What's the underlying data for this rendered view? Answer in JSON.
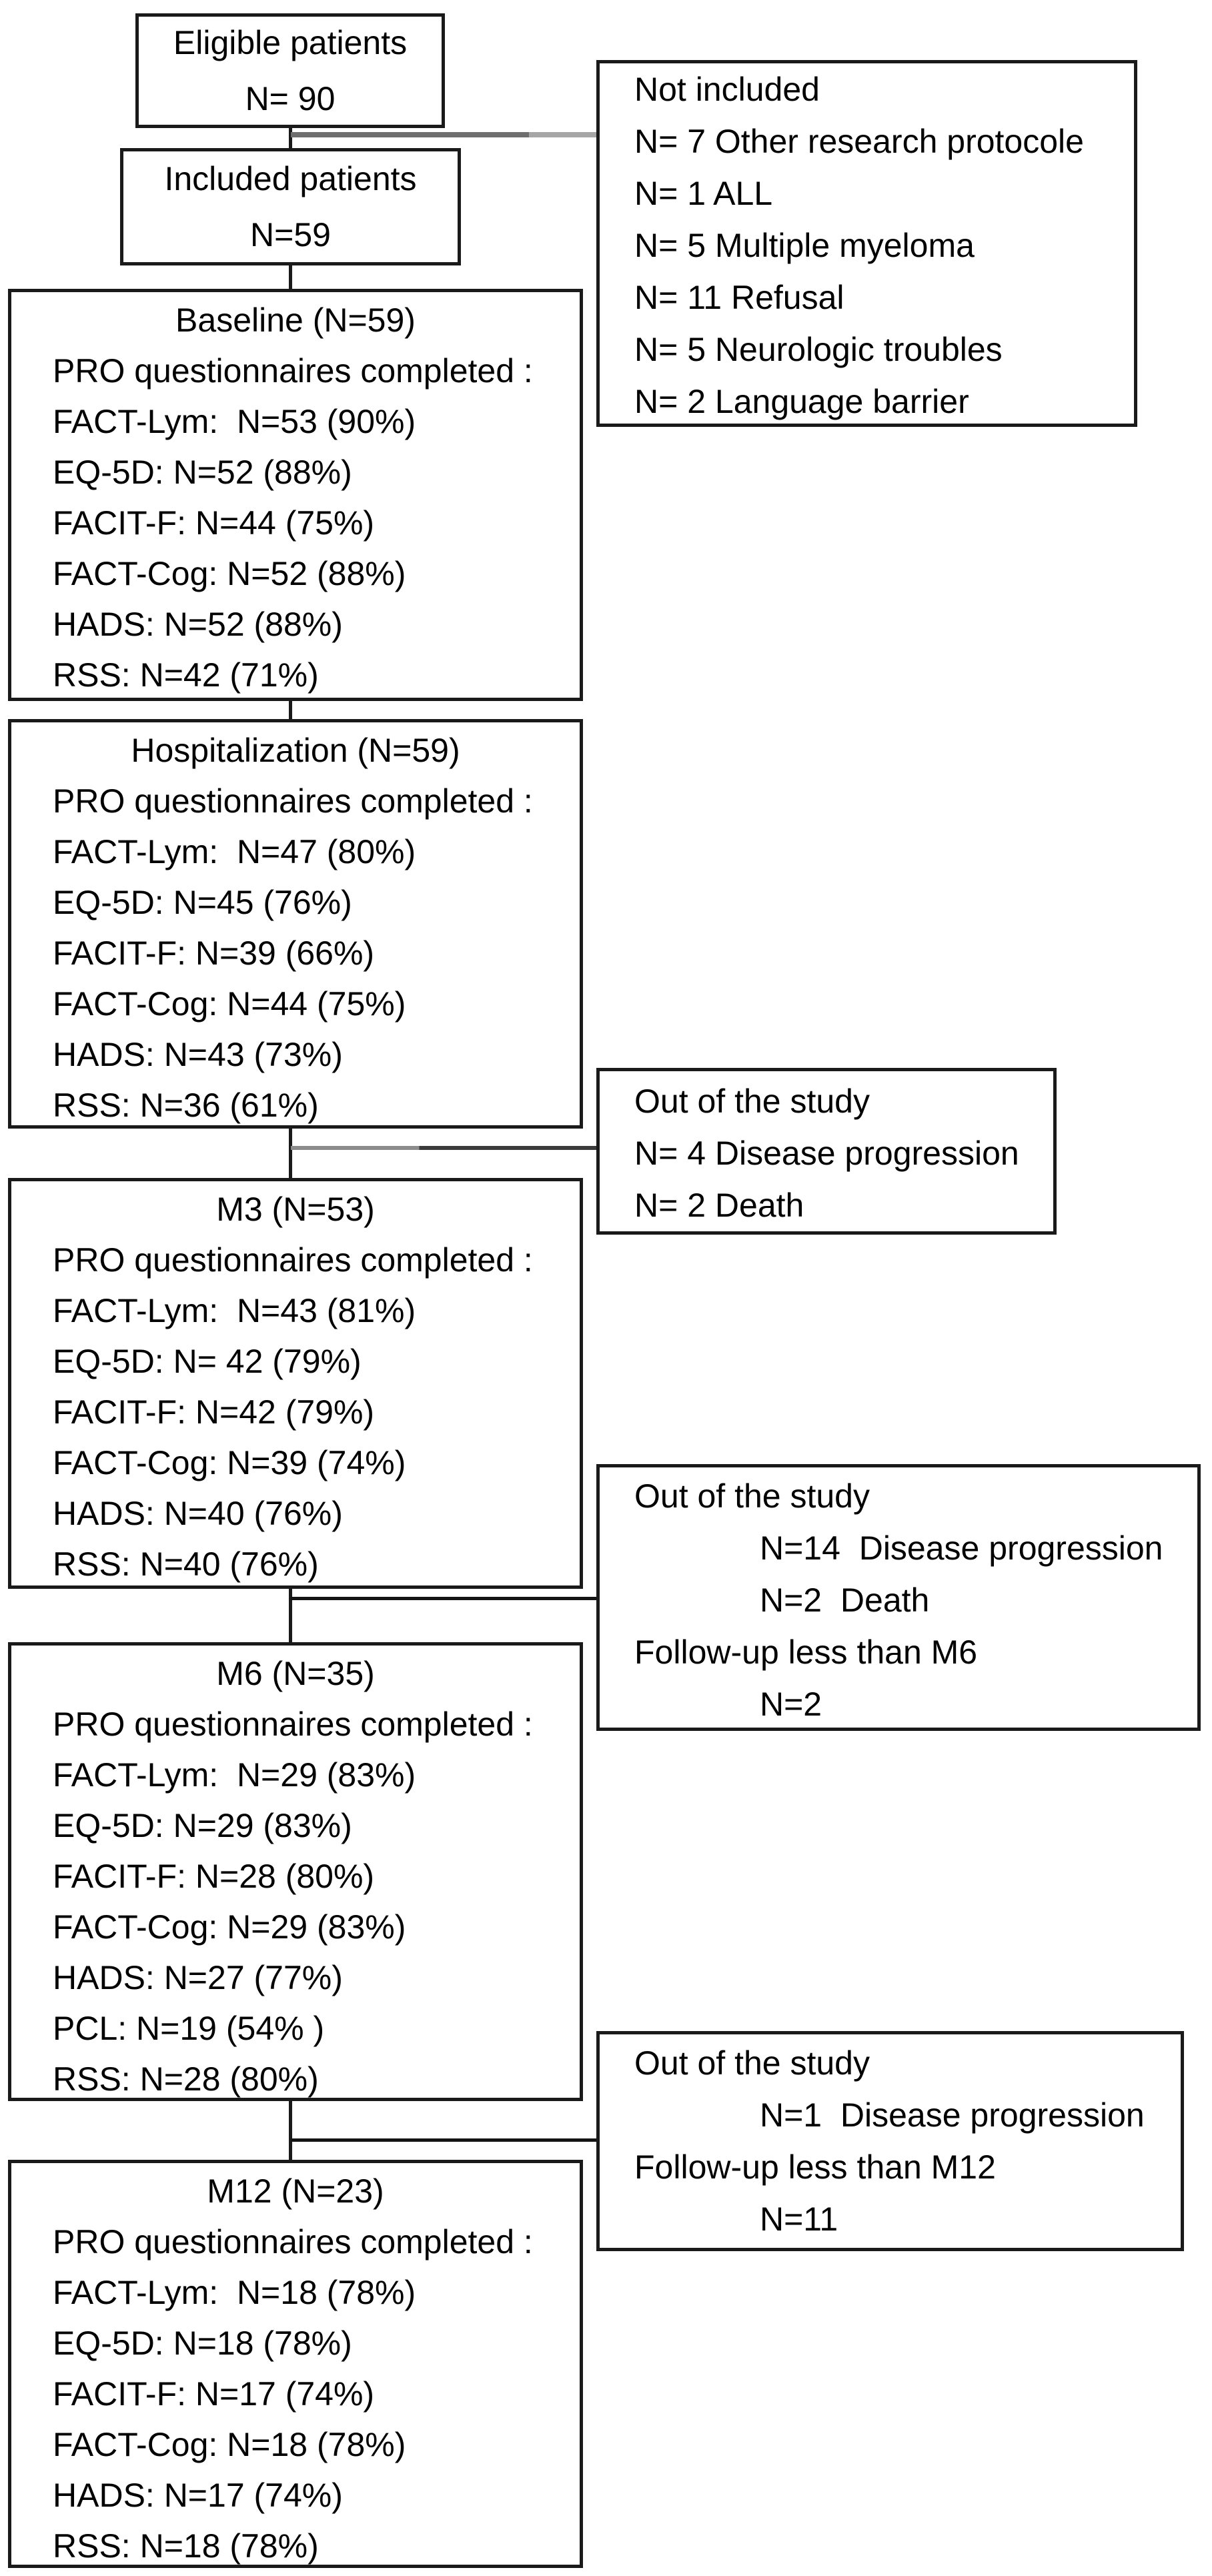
{
  "diagram": {
    "type": "patient-flow-chart",
    "colors": {
      "background": "#ffffff",
      "border": "#1a1a1a",
      "text": "#000000",
      "connector_black": "#141414",
      "connector_gray": "#7d7d7d"
    },
    "boxes": {
      "eligible": {
        "lines": [
          "Eligible patients",
          "N= 90"
        ]
      },
      "included": {
        "lines": [
          "Included patients",
          "N=59"
        ]
      },
      "baseline": {
        "title": "Baseline (N=59)",
        "lines": [
          "PRO questionnaires completed :",
          "FACT-Lym:  N=53 (90%)",
          "EQ-5D: N=52 (88%)",
          "FACIT-F: N=44 (75%)",
          "FACT-Cog: N=52 (88%)",
          "HADS: N=52 (88%)",
          "RSS: N=42 (71%)"
        ]
      },
      "hospitalization": {
        "title": "Hospitalization (N=59)",
        "lines": [
          "PRO questionnaires completed :",
          "FACT-Lym:  N=47 (80%)",
          "EQ-5D: N=45 (76%)",
          "FACIT-F: N=39 (66%)",
          "FACT-Cog: N=44 (75%)",
          "HADS: N=43 (73%)",
          "RSS: N=36 (61%)"
        ]
      },
      "m3": {
        "title": "M3 (N=53)",
        "lines": [
          "PRO questionnaires completed :",
          "FACT-Lym:  N=43 (81%)",
          "EQ-5D: N= 42 (79%)",
          "FACIT-F: N=42 (79%)",
          "FACT-Cog: N=39 (74%)",
          "HADS: N=40 (76%)",
          "RSS: N=40 (76%)"
        ]
      },
      "m6": {
        "title": "M6 (N=35)",
        "lines": [
          "PRO questionnaires completed :",
          "FACT-Lym:  N=29 (83%)",
          "EQ-5D: N=29 (83%)",
          "FACIT-F: N=28 (80%)",
          "FACT-Cog: N=29 (83%)",
          "HADS: N=27 (77%)",
          "PCL: N=19 (54% )",
          "RSS: N=28 (80%)"
        ]
      },
      "m12": {
        "title": "M12 (N=23)",
        "lines": [
          "PRO questionnaires completed :",
          "FACT-Lym:  N=18 (78%)",
          "EQ-5D: N=18 (78%)",
          "FACIT-F: N=17 (74%)",
          "FACT-Cog: N=18 (78%)",
          "HADS: N=17 (74%)",
          "RSS: N=18 (78%)"
        ]
      },
      "not_included": {
        "lines": [
          "Not included",
          "N= 7 Other research protocole",
          "N= 1 ALL",
          "N= 5 Multiple myeloma",
          "N= 11 Refusal",
          "N= 5 Neurologic troubles",
          "N= 2 Language barrier"
        ]
      },
      "out_after_hospitalization": {
        "lines": [
          "Out of the study",
          "N= 4 Disease progression",
          "N= 2 Death"
        ]
      },
      "out_after_m3": {
        "lines": [
          "Out of the study",
          "N=14  Disease progression",
          "N=2  Death",
          "Follow-up less than M6",
          "N=2"
        ]
      },
      "out_after_m6": {
        "lines": [
          "Out of the study",
          "N=1  Disease progression",
          "Follow-up less than M12",
          "N=11"
        ]
      }
    }
  }
}
